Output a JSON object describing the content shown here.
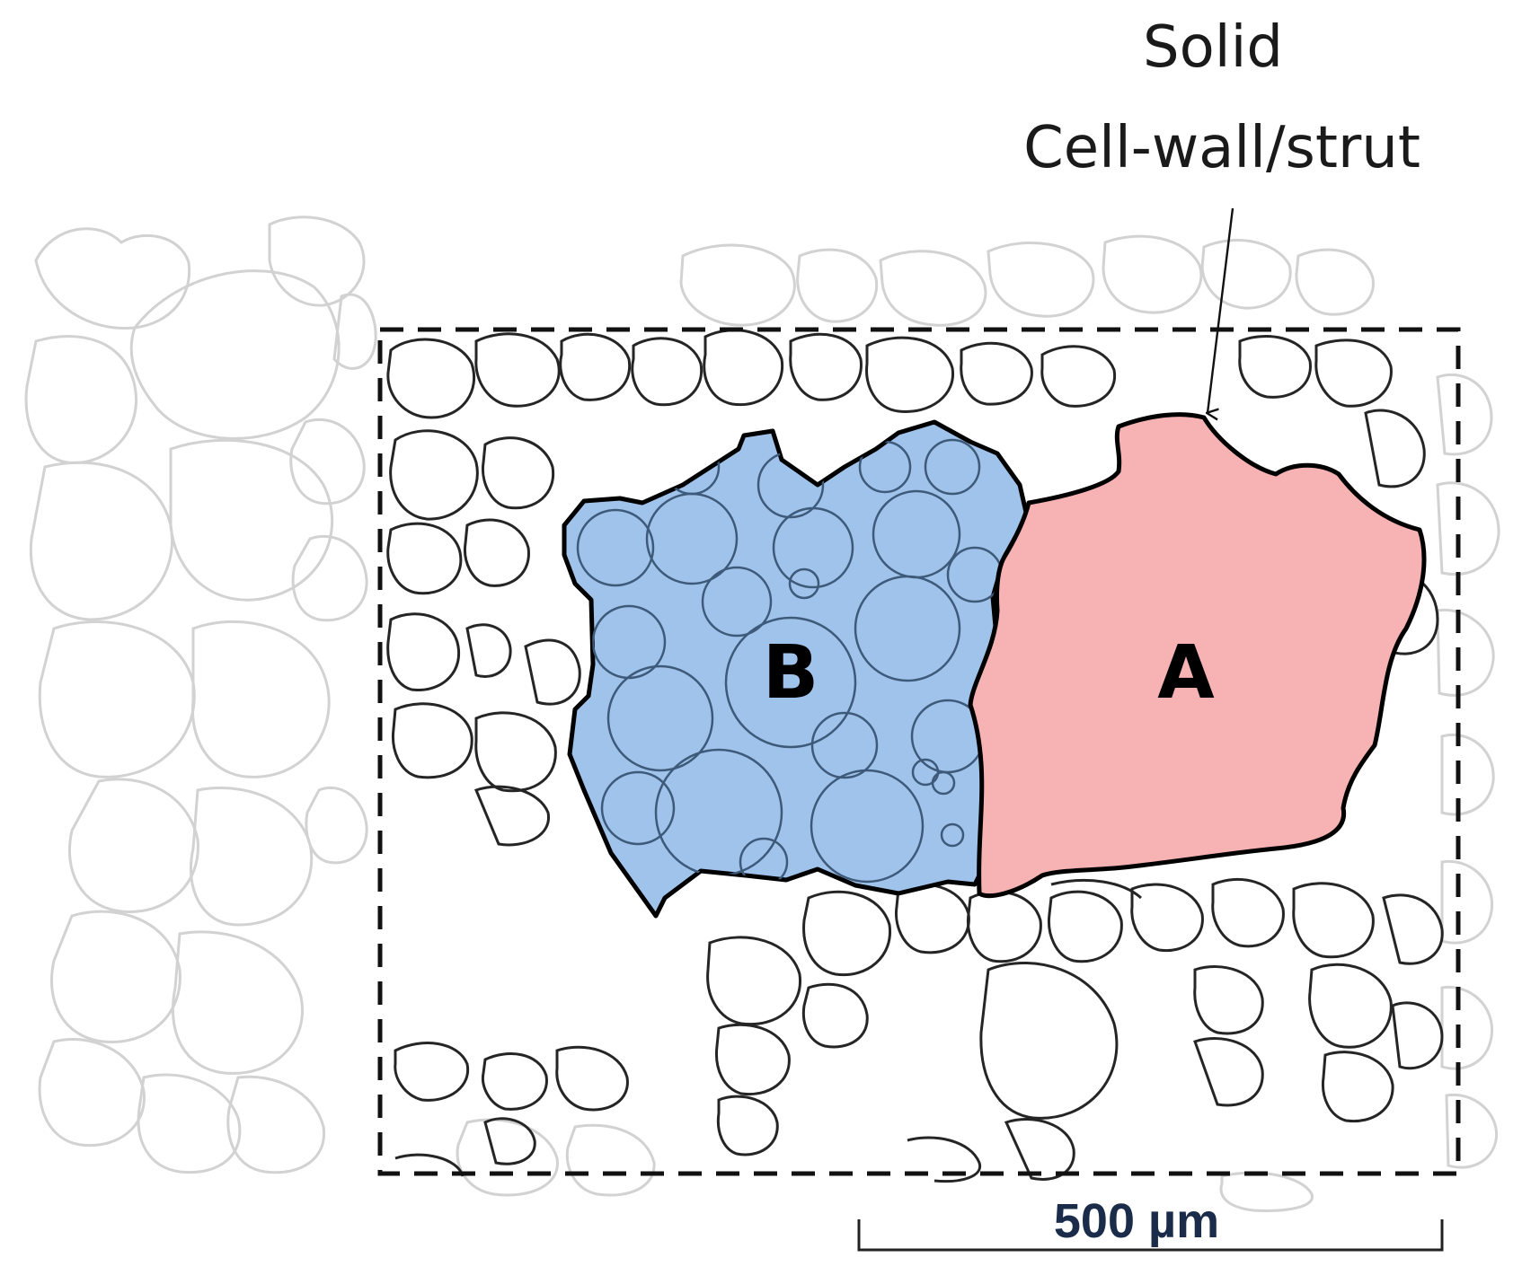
{
  "annotation": {
    "line1": "Solid",
    "line2": "Cell-wall/strut"
  },
  "regions": {
    "a_label": "A",
    "b_label": "B"
  },
  "scale_bar": {
    "label": "500 µm"
  },
  "colors": {
    "region_a_fill": "#f7b3b3",
    "region_b_fill": "#9fc3ea",
    "foreground_cells": "#222222",
    "background_cells": "#d4d4d4",
    "selection_box": "#111111"
  }
}
